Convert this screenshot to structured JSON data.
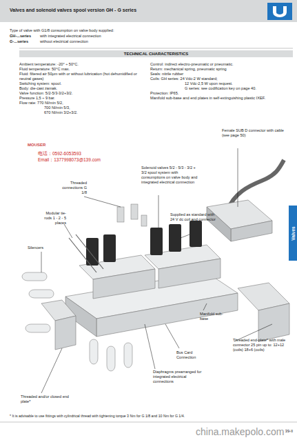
{
  "diagram": {
    "title": "Valves and solenoid valves spool version GH - G series",
    "nodes": [
      {
        "text": [
          "TECHNICAL CHARACTERISTICS"
        ]
      },
      {
        "text": [
          "Valves"
        ]
      }
    ],
    "labels": [
      "Type of valve with G1/8 consumption on valve body supplied:",
      "GH-...series",
      "with integrated electrical connection",
      "G-...series",
      "without electrical connection",
      "Ambient temperature: -20° ÷ 50°C.",
      "Fluid temperature: 50°C max.",
      "Fluid: filtered air 50μm with or without lubrication (hot dehumidified or neutral gases)",
      "Switching system: spool.",
      "Body: die-cast zamak.",
      "Valve function: 5/2-5/3-3/2+3/2.",
      "Pressure 1,5 ÷ 9 bar.",
      "Flow rate: 770 Nl/min 5/2,",
      "700 Nl/min 5/3,",
      "670 Nl/min 3/2+3/2.",
      "Control: indirect electro-pneumatic or pneumatic.",
      "Return: mechanical spring, pneumatic spring",
      "Seals: nitrile rubber",
      "Coils: GH series: 24 Vdc-2 W standard;",
      "12 Vdc-2,5 W upon request.",
      "G series: see codification key on page 40.",
      "Protection: IP65.",
      "Manifold sub-base and end plates in self-extinguishing plastic IXEF.",
      "Female SUB D connector with cable (see page 50)",
      "Solenoid valves 5/2 - 5/3 - 3/2 + 3/2 spool system with consumptions on valve body and integrated electrical connection",
      "Threaded connections G 1/8",
      "Modular tie-rods 1 - 2 - 5 places",
      "Silencers",
      "Supplied as standard with 24 V dc coil and connector",
      "Manifold sub-base",
      "Threaded end-plate* with male connector 25 pin up to: 12+12 (coils) 18+6 (coils)",
      "Bus Card Connection",
      "Diaphragms prearranged for integrated electrical connections",
      "Threaded and/or closed end plate*",
      "* It is advisable to use fittings with cylindrical thread with tightening torque 3 Nm for G 1/8 and 10 Nm for G 1/4.",
      "39-II",
      "MOUSER",
      "电话：0592-6053593",
      "Email：1377998073@139.com",
      "china.makepolo.com"
    ]
  }
}
